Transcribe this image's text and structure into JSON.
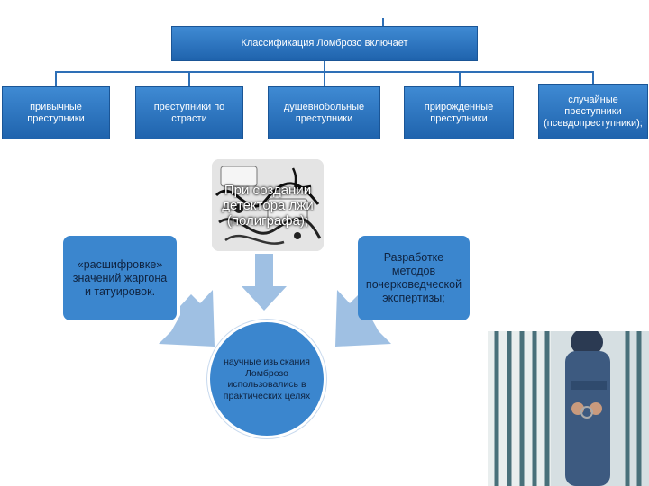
{
  "diagram": {
    "top_box": "Классификация Ломброзо включает",
    "categories": [
      "привычные преступники",
      "преступники по страсти",
      "душевнобольные преступники",
      "прирожденные преступники",
      "случайные преступники (псевдопреступники);"
    ],
    "device_caption": "При создании детектора лжи (полиграфа);",
    "left_box": "«расшифровке» значений жаргона и татуировок.",
    "right_box": "Разработке методов почерковедческой экспертизы;",
    "center_circle": "научные изыскания Ломброзо использовались в практических целях"
  },
  "colors": {
    "box_blue": "#2a6cb5",
    "rounded_blue": "#3b86ce",
    "arrow_light_blue": "#9fc0e3",
    "connector": "#2e6fb6"
  }
}
